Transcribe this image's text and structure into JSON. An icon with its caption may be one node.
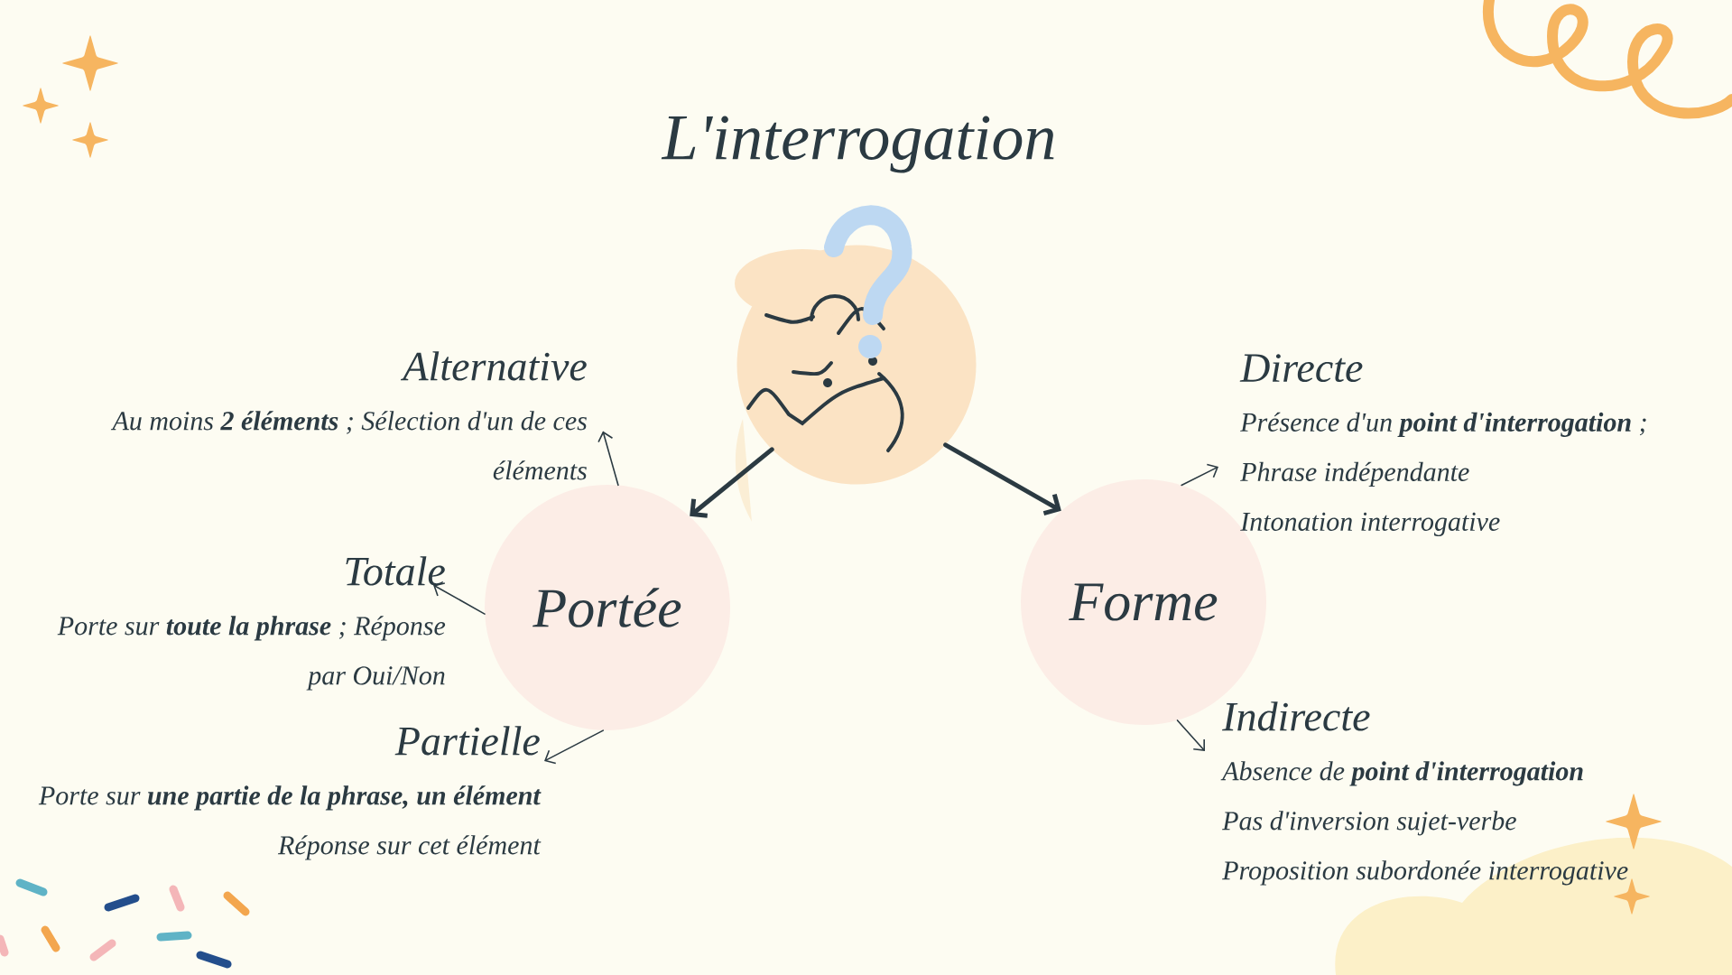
{
  "diagram": {
    "title": "L'interrogation",
    "nodes": [
      {
        "text": [],
        "shape": "picture"
      },
      {
        "text": [
          "Portée"
        ]
      },
      {
        "text": [
          "Forme"
        ]
      },
      {
        "text": [
          "Alternative",
          "Au moins **2 éléments** ; Sélection d'un de ces éléments"
        ]
      },
      {
        "text": [
          "Totale",
          "Porte sur **toute la phrase** ; Réponse par Oui/Non"
        ]
      },
      {
        "text": [
          "Partielle",
          "Porte sur **une partie de la phrase, un élément**",
          "Réponse sur cet élément"
        ]
      },
      {
        "text": [
          "Directe",
          "Présence d'un **point d'interrogation** ;",
          "Phrase indépendante",
          "Intonation interrogative"
        ]
      },
      {
        "text": [
          "Indirecte",
          "Absence de **point d'interrogation**",
          "Pas d'inversion sujet-verbe",
          "Proposition subordonée interrogative"
        ]
      }
    ],
    "edges": [
      {
        "from": 0,
        "to": 1,
        "arrow": "to",
        "style": "thick"
      },
      {
        "from": 0,
        "to": 2,
        "arrow": "to",
        "style": "thick"
      },
      {
        "from": 1,
        "to": 3,
        "arrow": "to"
      },
      {
        "from": 1,
        "to": 4,
        "arrow": "to"
      },
      {
        "from": 1,
        "to": 5,
        "arrow": "to"
      },
      {
        "from": 2,
        "to": 6,
        "arrow": "to"
      },
      {
        "from": 2,
        "to": 7,
        "arrow": "to"
      }
    ]
  }
}
